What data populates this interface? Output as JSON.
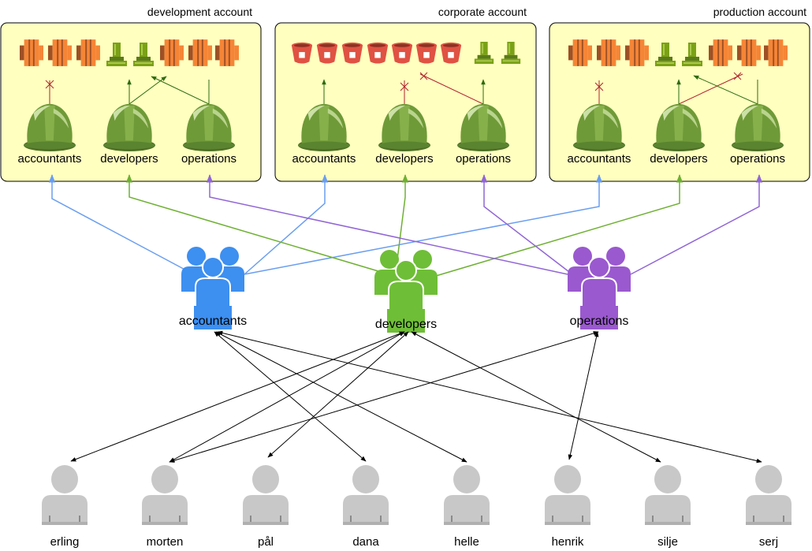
{
  "accounts": [
    {
      "title": "development account",
      "roles": [
        "accountants",
        "developers",
        "operations"
      ]
    },
    {
      "title": "corporate account",
      "roles": [
        "accountants",
        "developers",
        "operations"
      ]
    },
    {
      "title": "production account",
      "roles": [
        "accountants",
        "developers",
        "operations"
      ]
    }
  ],
  "groups": [
    {
      "label": "accountants",
      "color": "#3d8ff0"
    },
    {
      "label": "developers",
      "color": "#6fbe37"
    },
    {
      "label": "operations",
      "color": "#9a59cf"
    }
  ],
  "users": [
    "erling",
    "morten",
    "pål",
    "dana",
    "helle",
    "henrik",
    "silje",
    "serj"
  ],
  "colors": {
    "account_bg": "#ffffc0",
    "ec2_orange": "#f58536",
    "s3_red": "#e05243",
    "dynamodb_green": "#7aa116",
    "helmet_green": "#6f9a38",
    "allow_arrow": "#2e6b0e",
    "deny_line": "#b2222c",
    "user_gray": "#c8c8c8"
  },
  "icons": [
    "ec2-instance-icon",
    "dynamodb-table-icon",
    "s3-bucket-icon",
    "iam-role-helmet-icon",
    "user-group-icon",
    "user-icon"
  ]
}
